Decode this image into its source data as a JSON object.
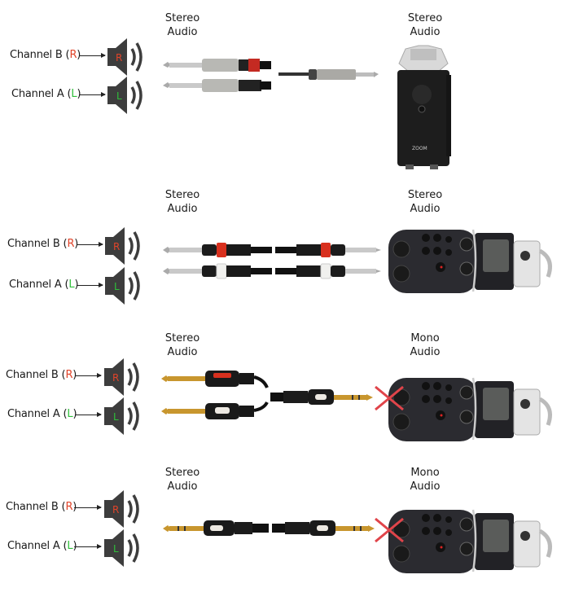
{
  "colors": {
    "right_channel": "#e0442a",
    "left_channel": "#2fbf3a",
    "speaker_body": "#3d3d3d",
    "cross_mark": "#e0444a",
    "red_ring": "#d8301e",
    "white_ring": "#f0f0ee",
    "cable": "#111111",
    "gold_tip": "#c8962e",
    "nickel_tip": "#c9c9c9"
  },
  "rows": [
    {
      "channel_b": {
        "prefix": "Channel B (",
        "letter": "R",
        "suffix": ")"
      },
      "channel_a": {
        "prefix": "Channel A (",
        "letter": "L",
        "suffix": ")"
      },
      "speaker_r_letter": "R",
      "speaker_l_letter": "L",
      "source_header": {
        "line1": "Stereo",
        "line2": "Audio"
      },
      "device_header": {
        "line1": "Stereo",
        "line2": "Audio"
      },
      "cable_type": "dual 1/4\" TS to 3.5mm TRS",
      "device": "Zoom H4n recorder",
      "blocked": false
    },
    {
      "channel_b": {
        "prefix": "Channel B (",
        "letter": "R",
        "suffix": ")"
      },
      "channel_a": {
        "prefix": "Channel A (",
        "letter": "L",
        "suffix": ")"
      },
      "speaker_r_letter": "R",
      "speaker_l_letter": "L",
      "source_header": {
        "line1": "Stereo",
        "line2": "Audio"
      },
      "device_header": {
        "line1": "Stereo",
        "line2": "Audio"
      },
      "cable_type": "dual 1/4\" TS to dual 1/4\" TS",
      "device": "Zoom H5 recorder",
      "blocked": false
    },
    {
      "channel_b": {
        "prefix": "Channel B (",
        "letter": "R",
        "suffix": ")"
      },
      "channel_a": {
        "prefix": "Channel A (",
        "letter": "L",
        "suffix": ")"
      },
      "speaker_r_letter": "R",
      "speaker_l_letter": "L",
      "source_header": {
        "line1": "Stereo",
        "line2": "Audio"
      },
      "device_header": {
        "line1": "Mono",
        "line2": "Audio"
      },
      "cable_type": "dual 1/4\" TS to 1/4\" TRS",
      "device": "Zoom H5 recorder",
      "blocked": true
    },
    {
      "channel_b": {
        "prefix": "Channel B (",
        "letter": "R",
        "suffix": ")"
      },
      "channel_a": {
        "prefix": "Channel A (",
        "letter": "L",
        "suffix": ")"
      },
      "speaker_r_letter": "R",
      "speaker_l_letter": "L",
      "source_header": {
        "line1": "Stereo",
        "line2": "Audio"
      },
      "device_header": {
        "line1": "Mono",
        "line2": "Audio"
      },
      "cable_type": "1/4\" TRS to 1/4\" TRS",
      "device": "Zoom H5 recorder",
      "blocked": true
    }
  ]
}
